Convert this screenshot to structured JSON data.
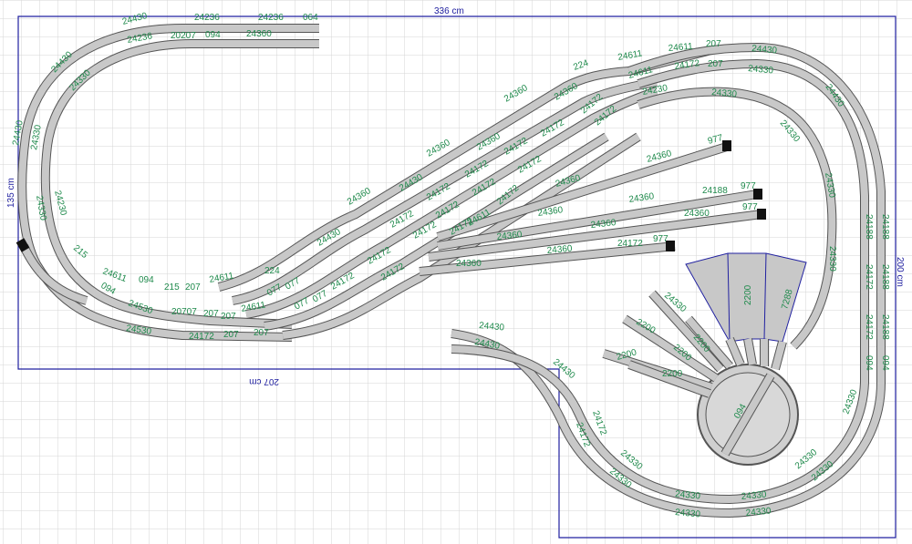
{
  "colors": {
    "track": "#c8c8c8",
    "track_edge": "#555555",
    "label": "#1f8a4c",
    "outline": "#2020a0",
    "grid": "#d6d6d6",
    "turntable": "#cfcfcf"
  },
  "dimensions": {
    "top": "336 cm",
    "left": "135 cm",
    "right": "200 cm",
    "bottom": "207 cm"
  },
  "labels": [
    "24430",
    "24236",
    "24236",
    "064",
    "24236",
    "20207",
    "094",
    "24360",
    "24430",
    "24330",
    "24430",
    "24330",
    "24330",
    "24230",
    "224",
    "24611",
    "24611",
    "207",
    "24430",
    "24172",
    "207",
    "24330",
    "24360",
    "24360",
    "24611",
    "24172",
    "24230",
    "24330",
    "24172",
    "24360",
    "24172",
    "24172",
    "24172",
    "24360",
    "24360",
    "24172",
    "24172",
    "24172",
    "24172",
    "24172",
    "24172",
    "24430",
    "24430",
    "24430",
    "977",
    "24360",
    "24360",
    "24188",
    "977",
    "24360",
    "24360",
    "977",
    "24360",
    "24360",
    "24172",
    "977",
    "24360",
    "24360",
    "24611",
    "24172",
    "24172",
    "24172",
    "24172",
    "24360",
    "24330",
    "24330",
    "24188",
    "24188",
    "24188",
    "24188",
    "24172",
    "24172",
    "094",
    "094",
    "24330",
    "24330",
    "24611",
    "094",
    "215",
    "207",
    "24611",
    "224",
    "077",
    "077",
    "077",
    "077",
    "24172",
    "24611",
    "215",
    "094",
    "207",
    "207",
    "207",
    "20707",
    "207",
    "24172",
    "24530",
    "24530",
    "24430",
    "24430",
    "24430",
    "24172",
    "24172",
    "24330",
    "24330",
    "24330",
    "24330",
    "24330",
    "24330",
    "24330",
    "24330",
    "24330",
    "2200",
    "2200",
    "2200",
    "2200",
    "2200",
    "2200",
    "7288",
    "094",
    "2200"
  ]
}
